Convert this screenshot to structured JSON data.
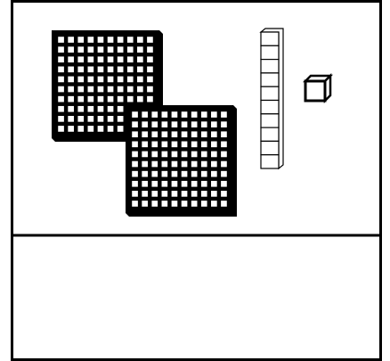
{
  "colors": {
    "background": "#ffffff",
    "ink": "#000000"
  },
  "base_ten_blocks": {
    "hundreds": 2,
    "tens": 1,
    "ones": 1,
    "hundred_grid_size": 10,
    "ten_rod_length": 10
  },
  "answer_box": {
    "value": ""
  }
}
